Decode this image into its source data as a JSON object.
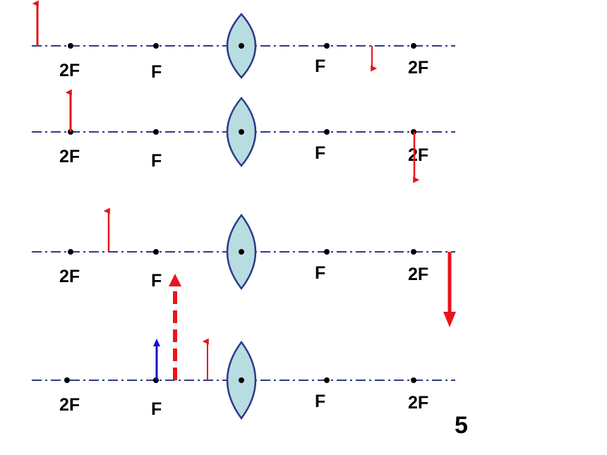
{
  "colors": {
    "axis": "#2e3a8c",
    "lens_fill": "#b7dde0",
    "lens_stroke": "#2e3a8c",
    "object_arrow": "#e8141c",
    "image_arrow": "#e8141c",
    "virtual_image_arrow": "#e8141c",
    "blue_arrow": "#1414cc",
    "point": "#000000"
  },
  "labels": {
    "left_2f": "2F",
    "left_f": "F",
    "right_f": "F",
    "right_2f": "2F"
  },
  "rows": [
    {
      "name": "row-1",
      "left_2f": "2F",
      "left_f": "F",
      "right_f": "F",
      "right_2f": "2F",
      "arrows": [
        "object-beyond-2f",
        "image-between-f-2f-inverted-small"
      ]
    },
    {
      "name": "row-2",
      "left_2f": "2F",
      "left_f": "F",
      "right_f": "F",
      "right_2f": "2F",
      "arrows": [
        "object-at-2f",
        "image-at-2f-inverted-equal"
      ]
    },
    {
      "name": "row-3",
      "left_2f": "2F",
      "left_f": "F",
      "right_f": "F",
      "right_2f": "2F",
      "arrows": [
        "object-between-2f-f",
        "image-beyond-2f-inverted-large"
      ]
    },
    {
      "name": "row-4",
      "left_2f": "2F",
      "left_f": "F",
      "right_f": "F",
      "right_2f": "2F",
      "arrows": [
        "object-at-f-blue",
        "object-inside-f",
        "virtual-image-dashed"
      ]
    }
  ],
  "page_number": "5"
}
